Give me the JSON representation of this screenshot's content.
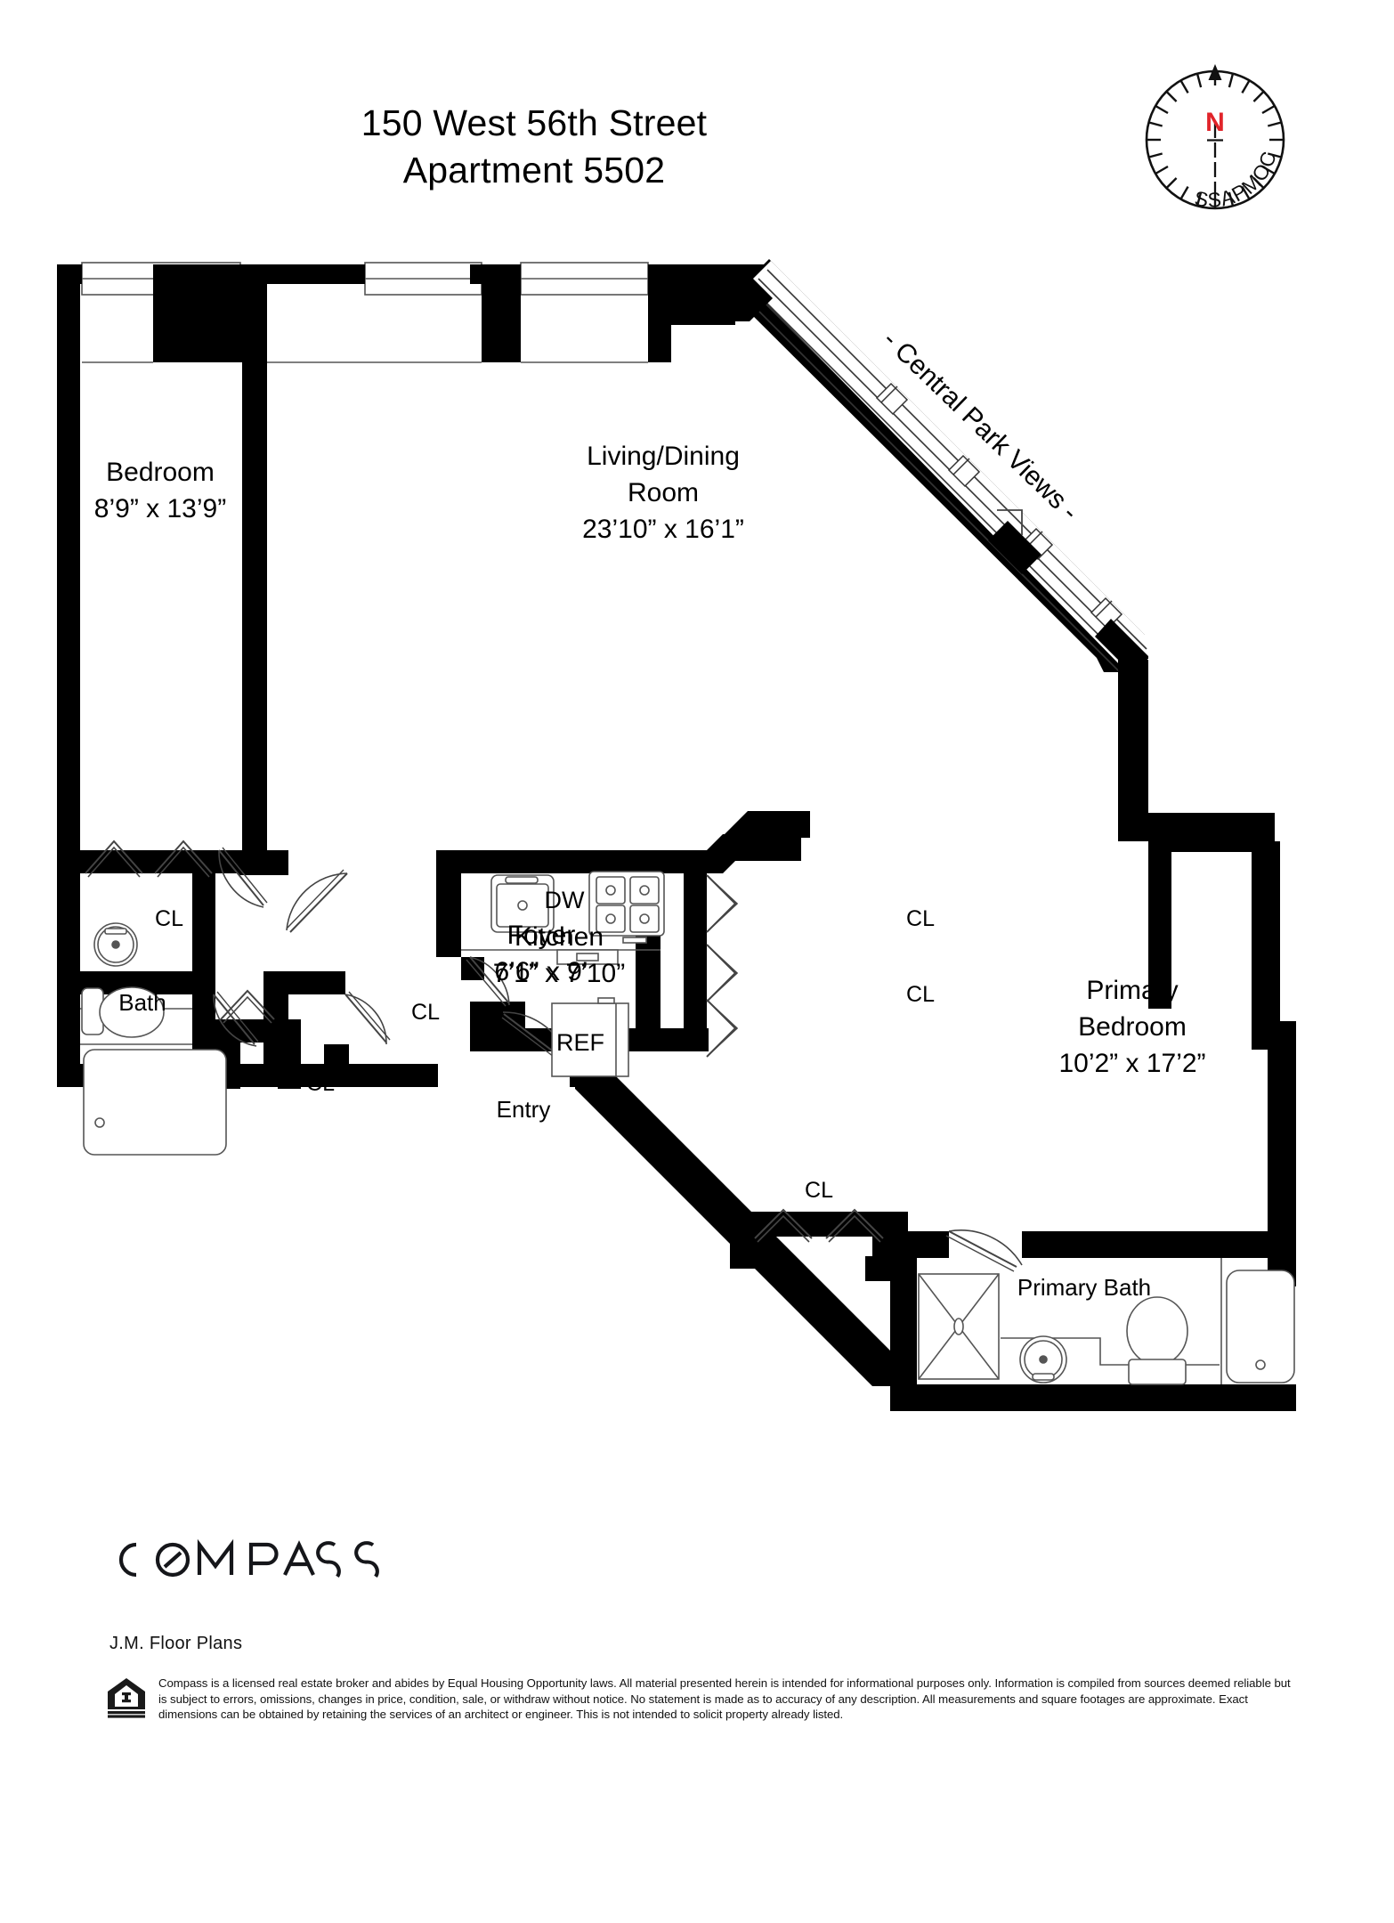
{
  "header": {
    "address_line1": "150 West 56th Street",
    "address_line2": "Apartment 5502",
    "compass_rose": {
      "north_label": "N",
      "brand_arc": "COMPASS",
      "north_color": "#e1242a"
    }
  },
  "floorplan": {
    "annotation_views": "- Central Park Views -",
    "rooms": [
      {
        "name": "Bedroom",
        "dimensions": "8’9” x 13’9”"
      },
      {
        "name": "Living/Dining",
        "name2": "Room",
        "dimensions": "23’10” x 16’1”"
      },
      {
        "name": "Foyer",
        "dimensions": "6’6” x 9’"
      },
      {
        "name": "Kitchen",
        "dimensions": "7’1” x 7’10”"
      },
      {
        "name": "Primary",
        "name2": "Bedroom",
        "dimensions": "10’2” x 17’2”"
      },
      {
        "name": "Bath",
        "dimensions": ""
      },
      {
        "name": "Primary Bath",
        "dimensions": ""
      }
    ],
    "labels": {
      "bedroom_name": "Bedroom",
      "bedroom_dim": "8’9” x 13’9”",
      "living_name_1": "Living/Dining",
      "living_name_2": "Room",
      "living_dim": "23’10” x 16’1”",
      "foyer_name": "Foyer",
      "foyer_dim": "6’6” x 9’",
      "kitchen_name": "Kitchen",
      "kitchen_dim": "7’1” x 7’10”",
      "primary_name_1": "Primary",
      "primary_name_2": "Bedroom",
      "primary_dim": "10’2” x 17’2”",
      "bath_name": "Bath",
      "primary_bath_name": "Primary Bath",
      "entry_name": "Entry",
      "closet_1": "CL",
      "closet_2": "CL",
      "closet_3": "CL",
      "closet_4": "CL",
      "closet_5": "CL",
      "closet_6": "CL",
      "dishwasher": "DW",
      "refrigerator": "REF"
    }
  },
  "footer": {
    "brand": "COMPASS",
    "credit": "J.M. Floor Plans",
    "legal": "Compass is a licensed real estate broker and abides by Equal Housing Opportunity laws. All material presented herein is intended for informational purposes only. Information is compiled from sources deemed reliable but is subject to errors, omissions, changes in price, condition, sale, or withdraw without notice. No statement is made as to accuracy of any description. All measurements and square footages are approximate. Exact dimensions can be obtained by retaining the services of an architect or engineer. This is not intended to solicit property already listed.",
    "eho_badge": "EQUAL HOUSING OPPORTUNITY"
  },
  "colors": {
    "wall": "#000000",
    "paper": "#ffffff",
    "thin_line": "#555555",
    "north_red": "#e1242a"
  }
}
